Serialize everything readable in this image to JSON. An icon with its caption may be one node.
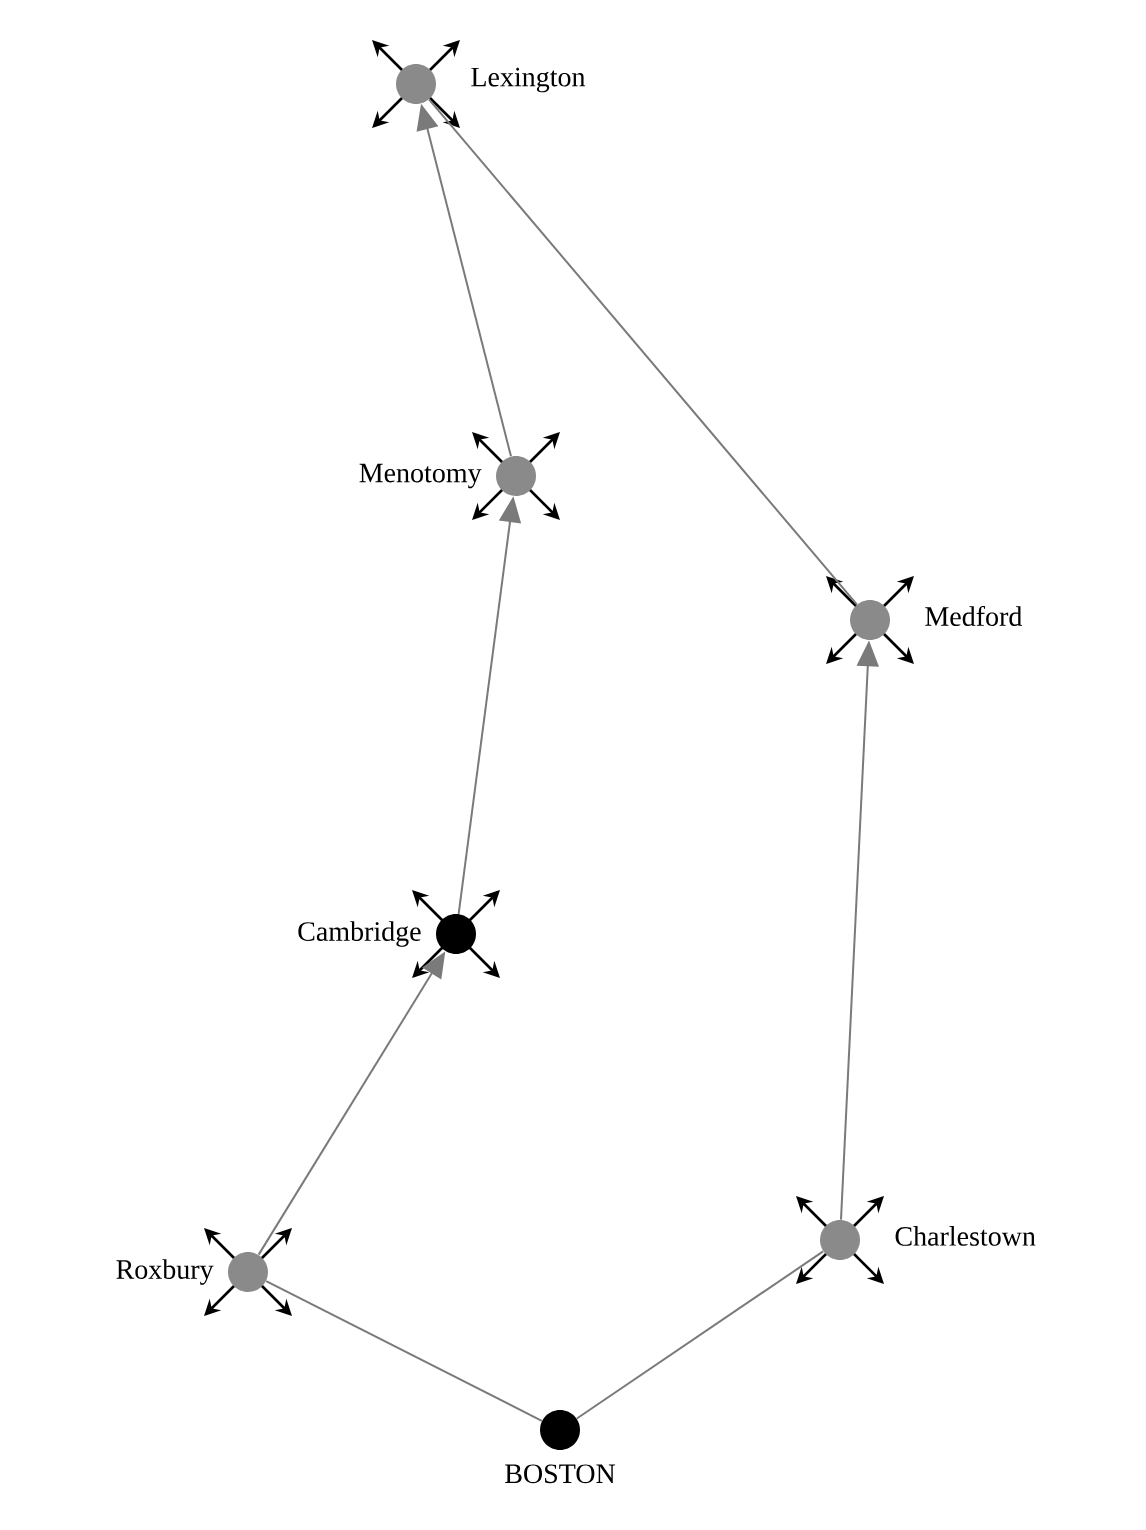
{
  "diagram": {
    "nodes": [
      {
        "text": [],
        "shape": "circle",
        "beside": [
          "Lexington"
        ]
      },
      {
        "text": [],
        "shape": "circle",
        "beside": [
          "Menotomy"
        ]
      },
      {
        "text": [],
        "shape": "circle",
        "beside": [
          "Medford"
        ]
      },
      {
        "text": [],
        "shape": "circle",
        "beside": [
          "Cambridge"
        ]
      },
      {
        "text": [],
        "shape": "circle",
        "beside": [
          "Roxbury"
        ]
      },
      {
        "text": [],
        "shape": "circle",
        "beside": [
          "Charlestown"
        ]
      },
      {
        "text": [],
        "shape": "circle",
        "beside": [
          "BOSTON"
        ]
      }
    ],
    "edges": [
      {
        "from": 6,
        "to": 4,
        "arrow": "none"
      },
      {
        "from": 6,
        "to": 5,
        "arrow": "none"
      },
      {
        "from": 4,
        "to": 3,
        "arrow": "to"
      },
      {
        "from": 3,
        "to": 1,
        "arrow": "to"
      },
      {
        "from": 1,
        "to": 0,
        "arrow": "to"
      },
      {
        "from": 5,
        "to": 2,
        "arrow": "to"
      },
      {
        "from": 2,
        "to": 0,
        "arrow": "none"
      }
    ]
  }
}
